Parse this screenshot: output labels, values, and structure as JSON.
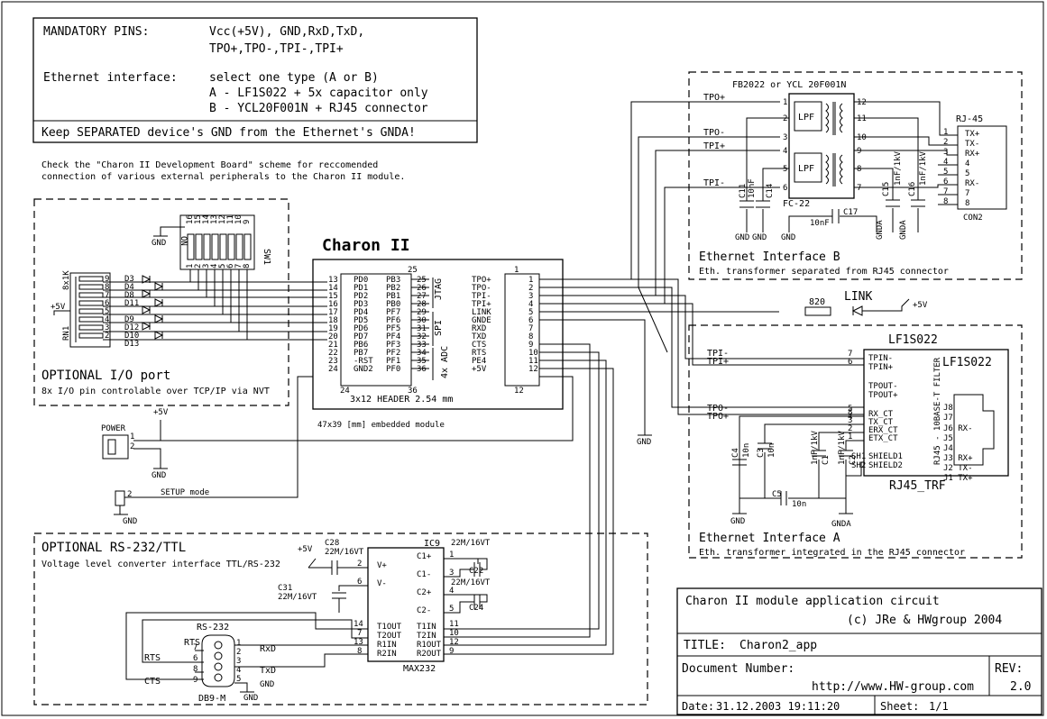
{
  "mandatory": {
    "l1a": "MANDATORY PINS:",
    "l1b": "Vcc(+5V), GND,RxD,TxD,",
    "l2b": "TPO+,TPO-,TPI-,TPI+",
    "l3a": "Ethernet interface:",
    "l3b": "select one type (A or B)",
    "l4b": "A - LF1S022 + 5x capacitor only",
    "l5b": "B - YCL20F001N + RJ45 connector",
    "l6": "Keep SEPARATED device's GND from the Ethernet's GNDA!"
  },
  "note": {
    "l1": "Check the \"Charon II Development Board\" scheme for reccomended",
    "l2": "connection of various external peripherals to the Charon II module."
  },
  "io": {
    "title": "OPTIONAL I/O port",
    "sub": "8x I/O pin controlable over TCP/IP via NVT",
    "rn1": "RN1",
    "rn1v": "8x1K",
    "plus5": "+5V",
    "gnd": "GND",
    "sw": "SW1",
    "on": "ON",
    "sw_pins_top": [
      "16",
      "15",
      "14",
      "13",
      "12",
      "11",
      "10",
      "9"
    ],
    "sw_pins_bot": [
      "1",
      "2",
      "3",
      "4",
      "5",
      "6",
      "7",
      "8"
    ],
    "rn_pins": [
      "9",
      "8",
      "7",
      "6",
      "5",
      "4",
      "3",
      "2"
    ],
    "leds": [
      "D3",
      "D4",
      "D8",
      "D11",
      "D9",
      "D12",
      "D10",
      "D13"
    ]
  },
  "module": {
    "title": "Charon II",
    "header": "3x12 HEADER 2.54 mm",
    "size": "47x39 [mm] embedded module",
    "left_nums": [
      "13",
      "14",
      "15",
      "16",
      "17",
      "18",
      "19",
      "20",
      "21",
      "22",
      "23",
      "24"
    ],
    "left_names": [
      "PD0",
      "PD1",
      "PD2",
      "PD3",
      "PD4",
      "PD5",
      "PD6",
      "PD7",
      "PB6",
      "PB7",
      "-RST",
      "GND2"
    ],
    "mid_names": [
      "PB3",
      "PB2",
      "PB1",
      "PB0",
      "PF7",
      "PF6",
      "PF5",
      "PF4",
      "PF3",
      "PF2",
      "PF1",
      "PF0"
    ],
    "mid_nums": [
      "25",
      "26",
      "27",
      "28",
      "29",
      "30",
      "31",
      "32",
      "33",
      "34",
      "35",
      "36"
    ],
    "right_names": [
      "TPO+",
      "TPO-",
      "TPI-",
      "TPI+",
      "LINK",
      "GNDE",
      "RXD",
      "TXD",
      "CTS",
      "RTS",
      "PE4",
      "+5V"
    ],
    "right_nums": [
      "1",
      "2",
      "3",
      "4",
      "5",
      "6",
      "7",
      "8",
      "9",
      "10",
      "11",
      "12"
    ],
    "b24": "24",
    "b36": "36",
    "b12": "12",
    "t25": "25",
    "t1": "1",
    "jtag": "JTAG",
    "spi": "SPI",
    "adc": "4x ADC"
  },
  "power": {
    "label": "POWER",
    "plus5": "+5V",
    "gnd": "GND",
    "p1": "1",
    "p2": "2",
    "setup": "SETUP mode",
    "sgnd": "GND",
    "s2": "2"
  },
  "link": {
    "label": "LINK",
    "r": "820",
    "plus5": "+5V"
  },
  "gnd_mid": "GND",
  "ethB": {
    "title": "Ethernet Interface B",
    "sub": "Eth. transformer separated from RJ45 connector",
    "chip": "FB2022 or YCL 20F001N",
    "fc": "FC-22",
    "lpf": "LPF",
    "rj": "RJ-45",
    "con": "CON2",
    "rj_pins": [
      "TX+",
      "TX-",
      "RX+",
      "4",
      "5",
      "RX-",
      "7",
      "8"
    ],
    "rj_nums": [
      "1",
      "2",
      "3",
      "4",
      "5",
      "6",
      "7",
      "8"
    ],
    "in_labels": [
      "TPO+",
      "TPO-",
      "TPI+",
      "TPI-"
    ],
    "lnums": [
      "1",
      "2",
      "3",
      "4",
      "5",
      "6"
    ],
    "rnums": [
      "12",
      "11",
      "10",
      "9",
      "8",
      "7"
    ],
    "c11": "C11",
    "c14": "C14",
    "c15": "C15",
    "c16": "C16",
    "c17": "C17",
    "v10n": "10nF",
    "v10n2": "10nF",
    "v1n1": "1nF/1kV",
    "v1n2": "1nF/1kV",
    "gnd": "GND",
    "gnda": "GNDA"
  },
  "ethA": {
    "title": "Ethernet Interface A",
    "sub": "Eth. transformer integrated in the RJ45 connector",
    "chip": "LF1S022",
    "chip2": "LF1S022",
    "rj": "RJ45_TRF",
    "filt": "RJ45 - 10BASE-T FILTER",
    "in_labels": [
      "TPI-",
      "TPI+",
      "TPO-",
      "TPO+"
    ],
    "in_nums": [
      "7",
      "6",
      "5",
      "4"
    ],
    "pins": [
      "TPIN-",
      "TPIN+",
      "TPOUT-",
      "TPOUT+",
      "RX_CT",
      "TX_CT",
      "ERX_CT",
      "ETX_CT",
      "SHIELD1",
      "SHIELD2"
    ],
    "ct_nums": [
      "8",
      "3",
      "2",
      "1"
    ],
    "jacks": [
      "J8",
      "J7",
      "J6 RX-",
      "J5",
      "J4",
      "J3 RX+",
      "J2 TX-",
      "J1 TX+"
    ],
    "sh1": "SH1",
    "sh2": "SH2",
    "c4": "C4",
    "c3": "C3",
    "c1": "C1",
    "c2": "C2",
    "c5": "C5",
    "v10n": "10n",
    "v1n": "1nF/1kV",
    "gnd": "GND",
    "gnda": "GNDA"
  },
  "rs": {
    "title": "OPTIONAL RS-232/TTL",
    "sub": "Voltage level converter interface TTL/RS-232",
    "ic": "IC9",
    "max": "MAX232",
    "c28": "C28",
    "v22": "22M/16VT",
    "c31": "C31",
    "v22b": "22M/16VT",
    "c22": "C22",
    "c24": "C24",
    "v22c": "22M/16VT",
    "v22d": "22M/16VT",
    "plus5": "+5V",
    "left_pins": [
      "V+",
      "V-",
      "T1OUT",
      "T2OUT",
      "R1IN",
      "R2IN"
    ],
    "left_nums": [
      "2",
      "6",
      "14",
      "7",
      "13",
      "8"
    ],
    "right_pins": [
      "C1+",
      "C1-",
      "C2+",
      "C2-",
      "T1IN",
      "T2IN",
      "R1OUT",
      "R2OUT"
    ],
    "right_nums": [
      "1",
      "3",
      "4",
      "5",
      "11",
      "10",
      "12",
      "9"
    ],
    "db": "RS-232",
    "db9": "DB9-M",
    "rts": "RTS",
    "cts": "CTS",
    "rts2": "RTS",
    "rxd": "RxD",
    "txd": "TxD",
    "gnd": "GND",
    "gnd2": "GND",
    "dbl": [
      "7",
      "6",
      "8",
      "9"
    ],
    "dbr": [
      "1",
      "2",
      "3",
      "4",
      "5"
    ]
  },
  "title_block": {
    "l1": "Charon II module application circuit",
    "l2": "(c) JRe & HWgroup 2004",
    "title_label": "TITLE:",
    "title": "Charon2_app",
    "doc_label": "Document Number:",
    "url": "http://www.HW-group.com",
    "rev_label": "REV:",
    "rev": "2.0",
    "date_label": "Date:",
    "date": "31.12.2003 19:11:20",
    "sheet_label": "Sheet:",
    "sheet": "1/1"
  }
}
